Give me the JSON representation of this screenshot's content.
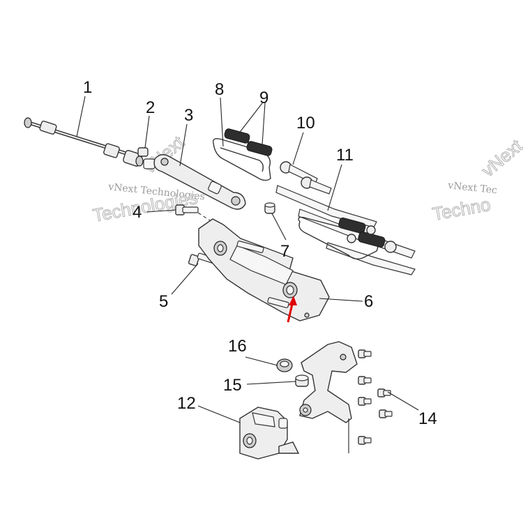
{
  "callouts": {
    "n1": "1",
    "n2": "2",
    "n3": "3",
    "n4": "4",
    "n5": "5",
    "n6": "6",
    "n7": "7",
    "n8": "8",
    "n9": "9",
    "n10": "10",
    "n11": "11",
    "n12": "12",
    "n14": "14",
    "n15": "15",
    "n16": "16"
  },
  "watermarks": {
    "small_left": "vNext Technologies",
    "big_left": "Technologies",
    "small_right": "vNext Tec",
    "big_right": "Techno",
    "diag_left": "vNext",
    "diag_right": "vNext"
  },
  "colors": {
    "highlight_arrow": "#e00000",
    "line_art": "#333333",
    "watermark": "#b8b8b8"
  }
}
